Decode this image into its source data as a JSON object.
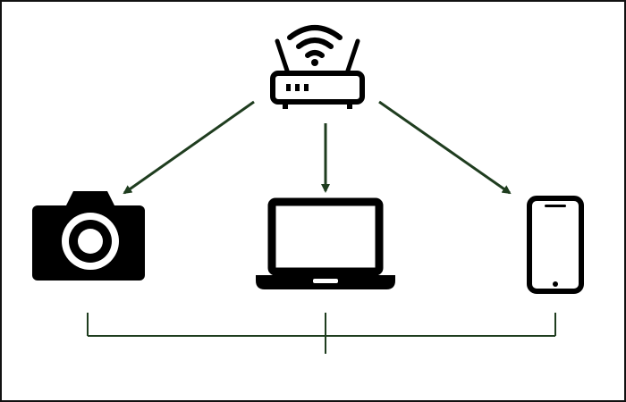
{
  "diagram": {
    "nodes": [
      {
        "id": "router",
        "icon": "wifi-router-icon"
      },
      {
        "id": "camera",
        "icon": "camera-icon"
      },
      {
        "id": "laptop",
        "icon": "laptop-icon"
      },
      {
        "id": "phone",
        "icon": "smartphone-icon"
      }
    ],
    "edges": [
      {
        "from": "router",
        "to": "camera",
        "directed": true
      },
      {
        "from": "router",
        "to": "laptop",
        "directed": true
      },
      {
        "from": "router",
        "to": "phone",
        "directed": true
      }
    ],
    "bracket": {
      "groups": [
        "camera",
        "laptop",
        "phone"
      ]
    },
    "colors": {
      "arrow": "#1f3d1f",
      "icon": "#000000",
      "background": "#ffffff",
      "border": "#111111"
    }
  }
}
